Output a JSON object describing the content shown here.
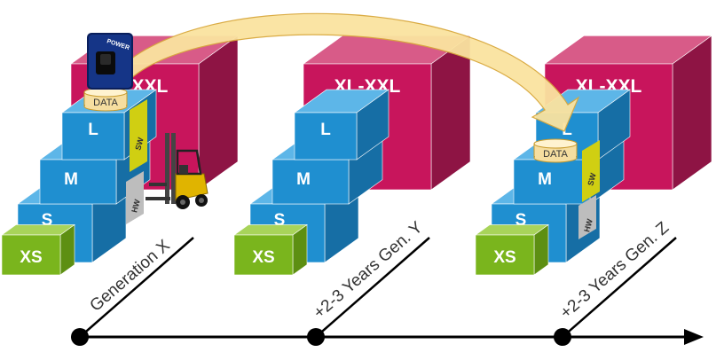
{
  "colors": {
    "xl_front": "#c8155c",
    "xl_top": "#d85b88",
    "xl_side": "#8e1444",
    "blue_front": "#1f8fd0",
    "blue_top": "#5db6e8",
    "blue_side": "#166ea5",
    "green_front": "#7ab51d",
    "green_top": "#a8d45a",
    "green_side": "#5d8f12",
    "sw_front": "#d0cf12",
    "hw_front": "#bdbdbd",
    "arrow_fill": "#fae3a0",
    "arrow_stroke": "#d9a83c",
    "timeline": "#000000"
  },
  "blocks": {
    "xl": "XL-XXL",
    "l": "L",
    "m": "M",
    "s": "S",
    "xs": "XS"
  },
  "stack_labels": {
    "sw": "SW",
    "hw": "HW",
    "data": "DATA"
  },
  "icons": {
    "power_switch": "power-switch-icon",
    "power_text": "POWER",
    "forklift": "forklift-icon"
  },
  "generations": [
    {
      "label": "Generation X"
    },
    {
      "label": "+2-3 Years Gen. Y"
    },
    {
      "label": "+2-3 Years Gen. Z"
    }
  ]
}
